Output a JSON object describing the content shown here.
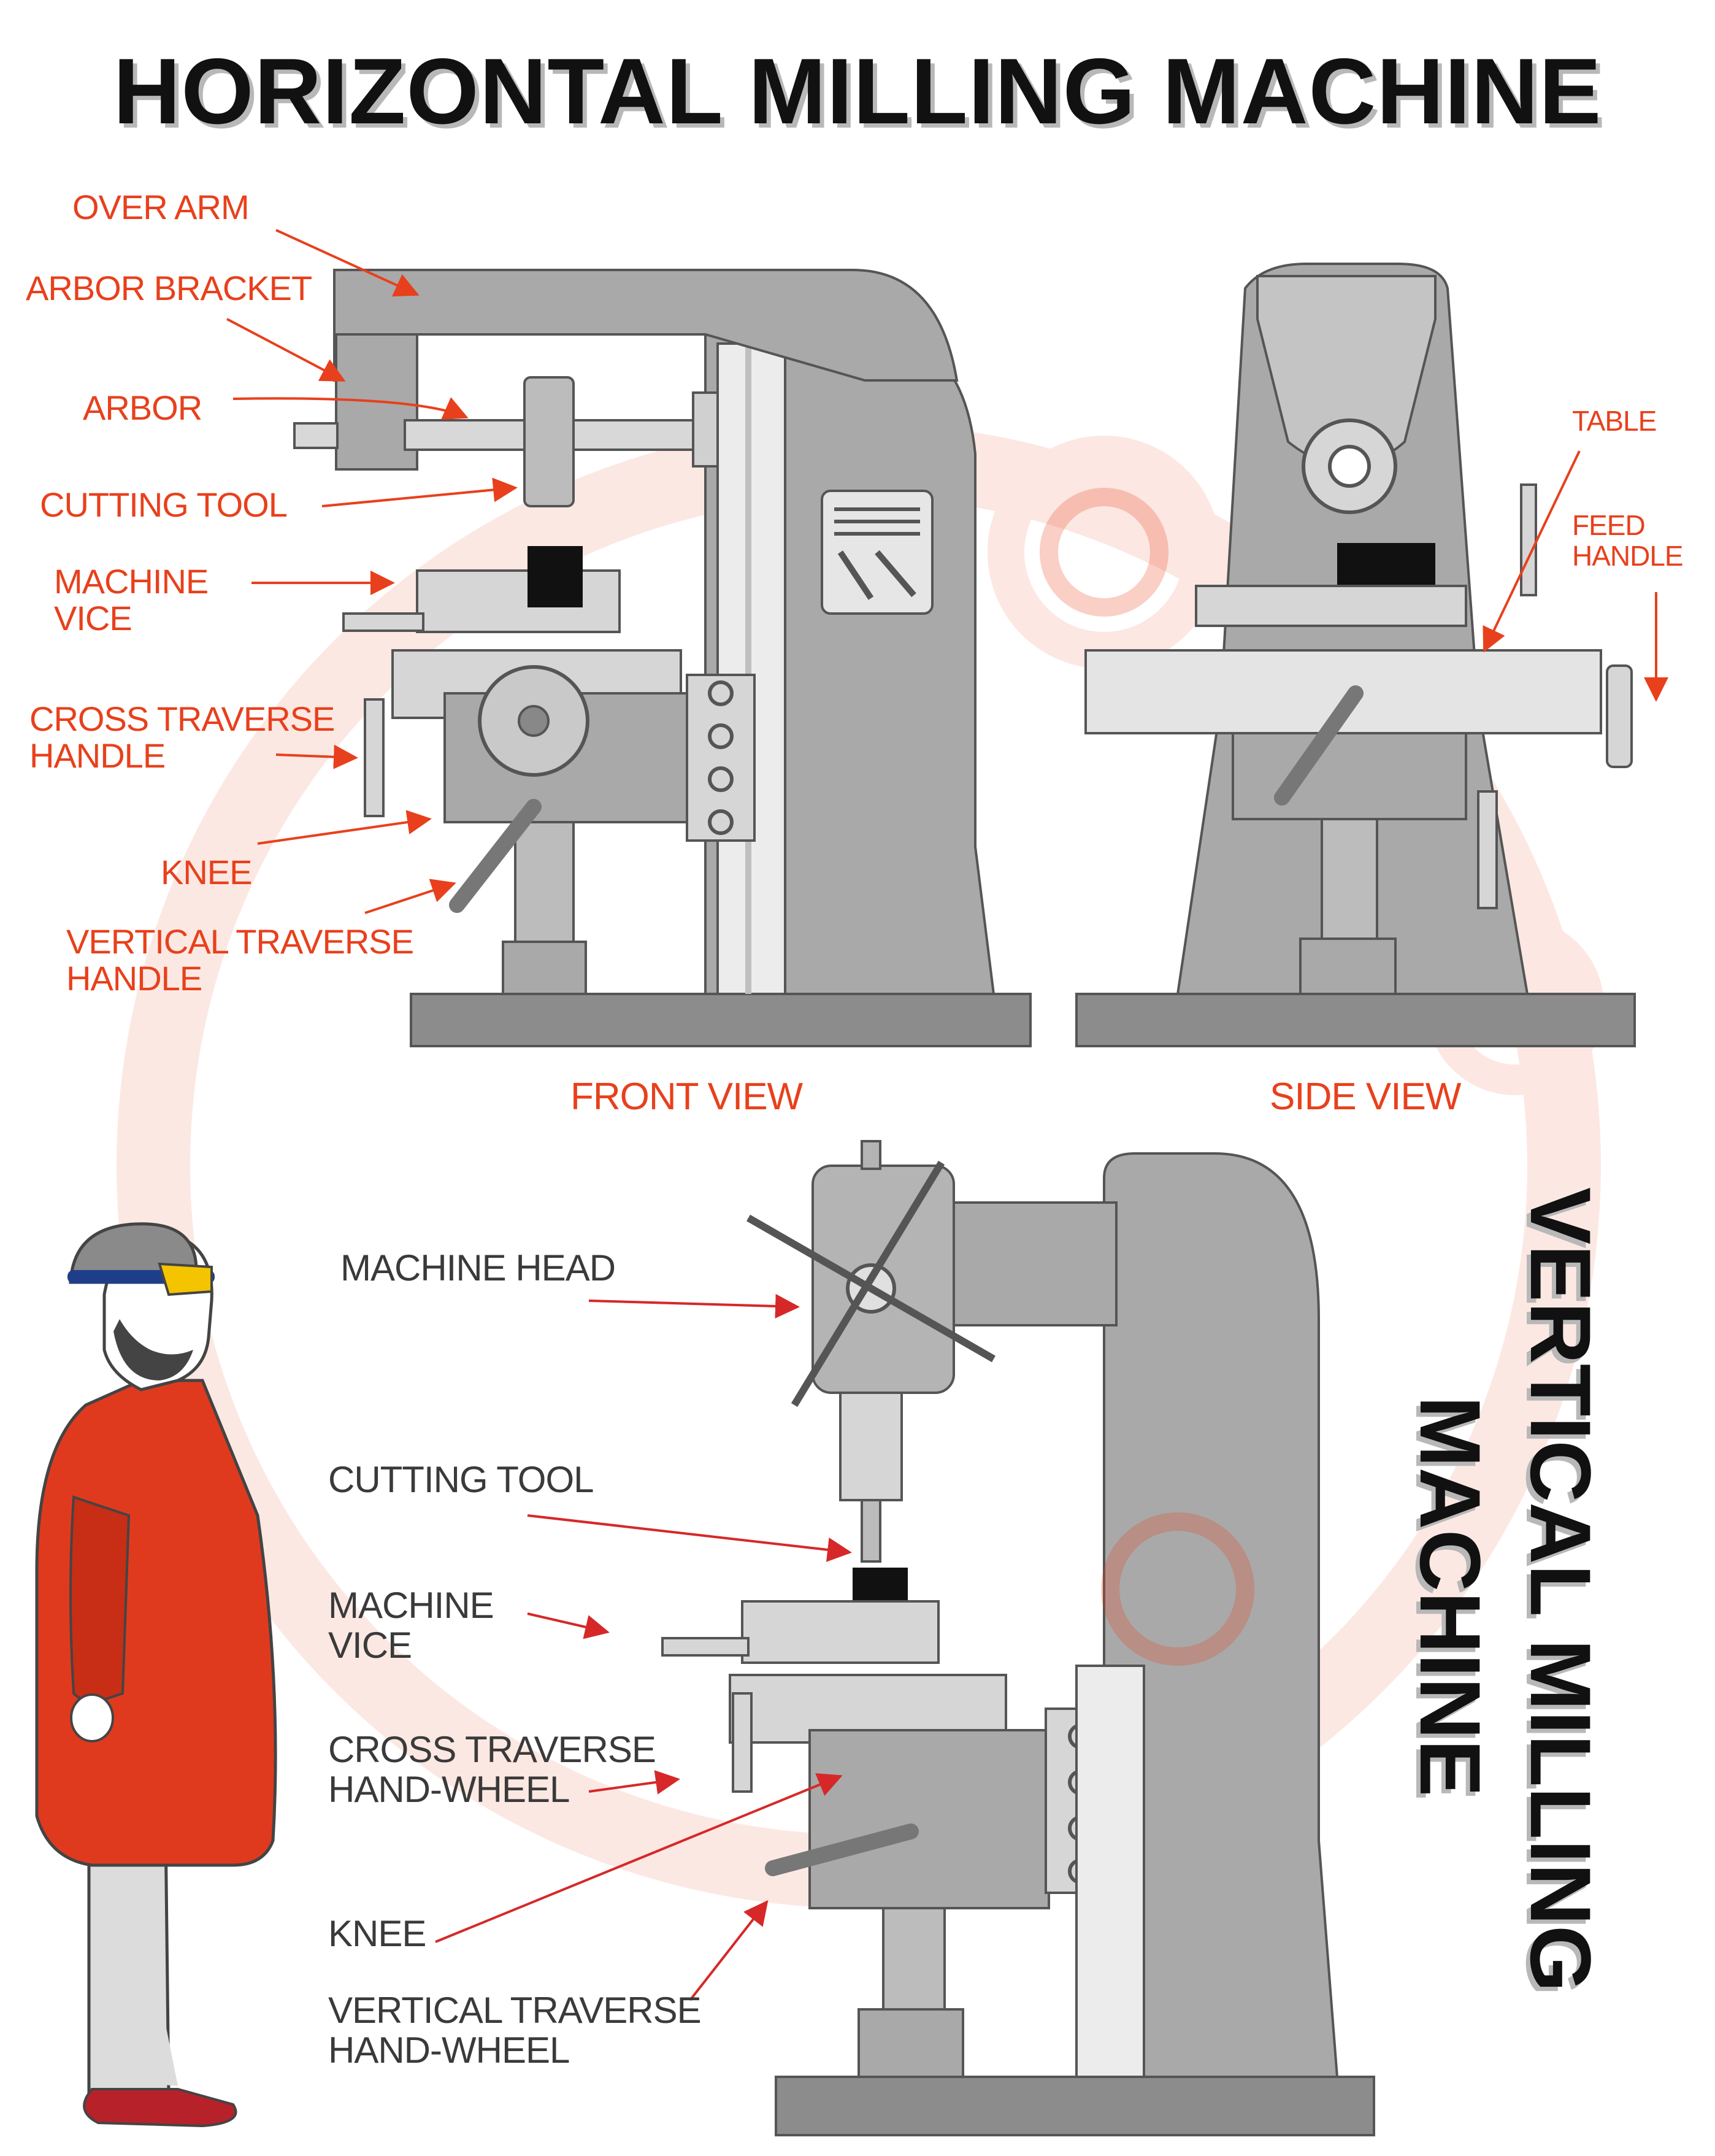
{
  "titles": {
    "horizontal": "HORIZONTAL MILLING MACHINE",
    "vertical_line1": "VERTICAL MILLING",
    "vertical_line2": "MACHINE"
  },
  "horizontal_labels": {
    "over_arm": "OVER ARM",
    "arbor_bracket": "ARBOR BRACKET",
    "arbor": "ARBOR",
    "cutting_tool": "CUTTING TOOL",
    "machine_vice_1": "MACHINE",
    "machine_vice_2": "VICE",
    "cross_traverse_1": "CROSS TRAVERSE",
    "cross_traverse_2": "HANDLE",
    "knee": "KNEE",
    "vertical_traverse_1": "VERTICAL TRAVERSE",
    "vertical_traverse_2": "HANDLE",
    "table": "TABLE",
    "feed_handle_1": "FEED",
    "feed_handle_2": "HANDLE"
  },
  "views": {
    "front": "FRONT VIEW",
    "side": "SIDE VIEW"
  },
  "vertical_labels": {
    "machine_head": "MACHINE HEAD",
    "cutting_tool": "CUTTING TOOL",
    "machine_vice_1": "MACHINE",
    "machine_vice_2": "VICE",
    "cross_traverse_1": "CROSS TRAVERSE",
    "cross_traverse_2": "HAND-WHEEL",
    "knee": "KNEE",
    "vertical_traverse_1": "VERTICAL TRAVERSE",
    "vertical_traverse_2": "HAND-WHEEL"
  },
  "colors": {
    "label_orange": "#e8401c",
    "label_gray": "#3a3a3a",
    "machine_gray": "#a9a9a9",
    "machine_light": "#d6d6d6",
    "arrow_red": "#d62828",
    "coat_red": "#e03a1e"
  }
}
